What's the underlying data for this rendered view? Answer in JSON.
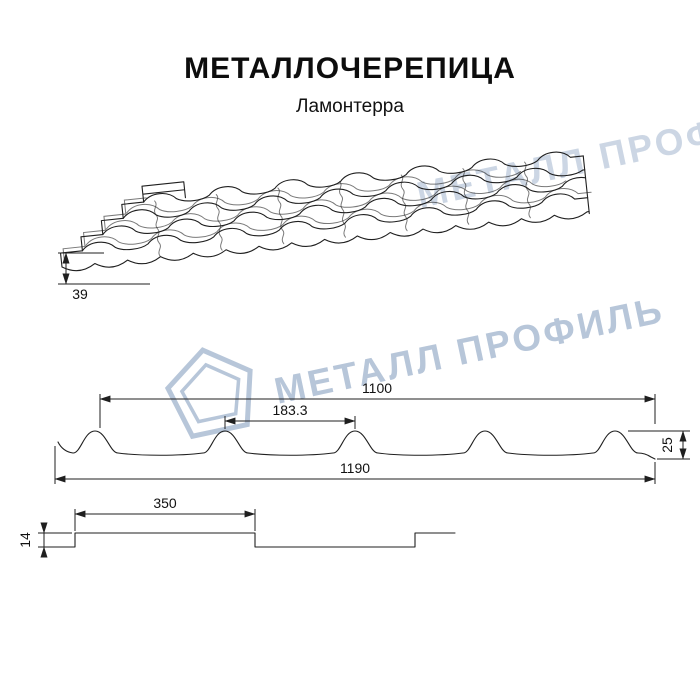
{
  "header": {
    "title": "МЕТАЛЛОЧЕРЕПИЦА",
    "subtitle": "Ламонтерра"
  },
  "watermark": {
    "text": "МЕТАЛЛ ПРОФИЛЬ",
    "color": "#b7c6d9",
    "logo_icon": "house-pentagon"
  },
  "drawings": {
    "perspective_view": {
      "dim_total_height": "39"
    },
    "cross_section": {
      "dim_useful_width": "1100",
      "dim_wave_pitch": "183.3",
      "dim_profile_height": "25",
      "dim_full_width": "1190"
    },
    "longitudinal_section": {
      "dim_module_length": "350",
      "dim_step_height": "14"
    }
  }
}
